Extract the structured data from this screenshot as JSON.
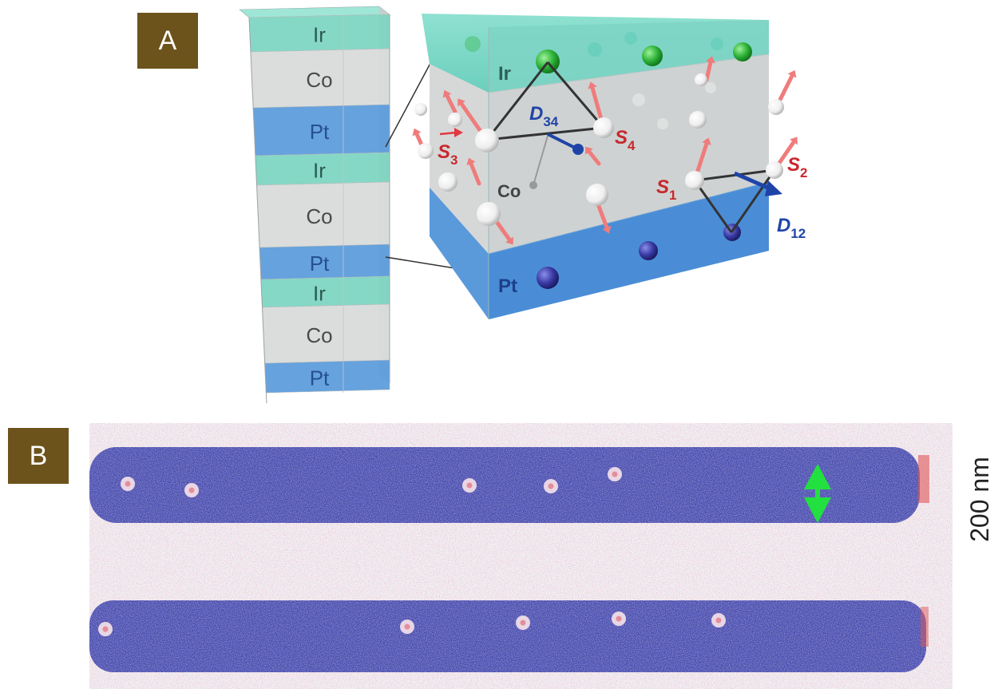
{
  "panels": {
    "a": {
      "label": "A"
    },
    "b": {
      "label": "B"
    }
  },
  "stack_layers": [
    {
      "name": "Ir",
      "kind": "ir"
    },
    {
      "name": "Co",
      "kind": "co"
    },
    {
      "name": "Pt",
      "kind": "pt"
    },
    {
      "name": "Ir",
      "kind": "ir"
    },
    {
      "name": "Co",
      "kind": "co"
    },
    {
      "name": "Pt",
      "kind": "pt"
    },
    {
      "name": "Ir",
      "kind": "ir"
    },
    {
      "name": "Co",
      "kind": "co"
    },
    {
      "name": "Pt",
      "kind": "pt"
    }
  ],
  "zoom": {
    "layers": {
      "ir": "Ir",
      "co": "Co",
      "pt": "Pt"
    },
    "spins": {
      "s1": {
        "sym": "S",
        "sub": "1"
      },
      "s2": {
        "sym": "S",
        "sub": "2"
      },
      "s3": {
        "sym": "S",
        "sub": "3"
      },
      "s4": {
        "sym": "S",
        "sub": "4"
      }
    },
    "dm_vectors": {
      "d12": {
        "sym": "D",
        "sub": "12"
      },
      "d34": {
        "sym": "D",
        "sub": "34"
      }
    }
  },
  "image_b": {
    "scale_bar": "200 nm"
  },
  "colors": {
    "ir": "#5fc9b4",
    "co": "#d4d6d6",
    "pt": "#4f8fd6",
    "spin_arrow": "#ef7c7c",
    "spin_label": "#c8282e",
    "dm_vector": "#1f44a8",
    "domain_blue": "#3a3fa6",
    "domain_red": "#e88a8a",
    "scale_arrow": "#22e040",
    "panel_label_bg": "#6b531b"
  },
  "icons": {
    "green_atom": "ir-atom",
    "white_atom": "co-atom",
    "blue_atom": "pt-atom"
  }
}
